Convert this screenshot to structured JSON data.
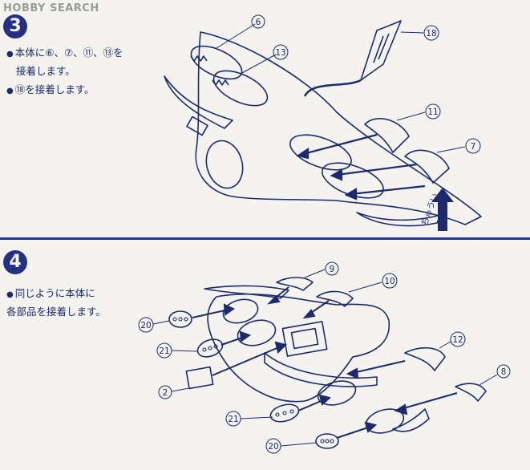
{
  "watermark": "HOBBY SEARCH",
  "step3": {
    "number": "3",
    "line1": "本体に⑥、⑦、⑪、⑬を",
    "line2": "接着します。",
    "line3": "⑱を接着します。",
    "callouts": [
      "6",
      "13",
      "18",
      "11",
      "7"
    ],
    "arrow_label": "ちゅうい"
  },
  "step4": {
    "number": "4",
    "line1": "同じように本体に",
    "line2": "各部品を接着します。",
    "callouts": [
      "9",
      "10",
      "20",
      "21",
      "2",
      "12",
      "8",
      "21",
      "20"
    ]
  }
}
